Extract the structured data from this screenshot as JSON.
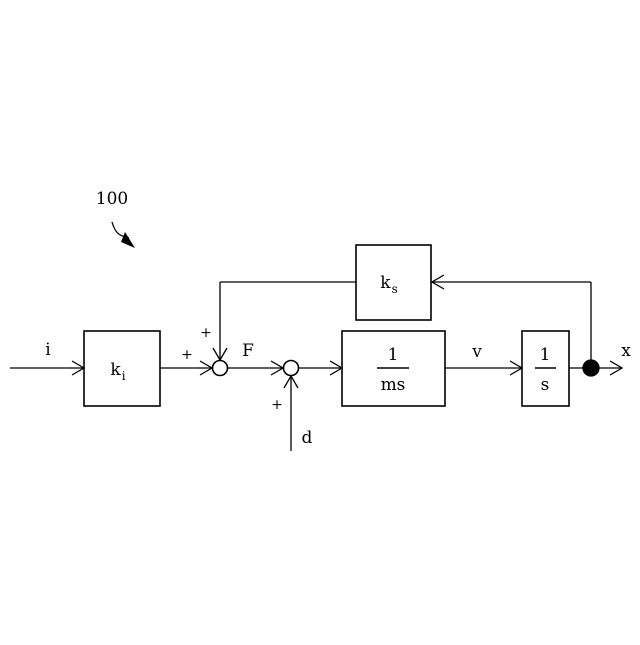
{
  "figure_ref": "100",
  "signals": {
    "input": "i",
    "force": "F",
    "velocity": "v",
    "disturbance": "d",
    "output": "x"
  },
  "blocks": {
    "input_gain": {
      "base": "k",
      "subscript": "i"
    },
    "feedback_gain": {
      "base": "k",
      "subscript": "s"
    },
    "plant": {
      "numerator": "1",
      "denominator": "ms"
    },
    "integrator": {
      "numerator": "1",
      "denominator": "s"
    }
  },
  "summing_signs": {
    "sum1_input": "+",
    "sum1_feedback": "+",
    "sum2_disturbance": "+"
  }
}
